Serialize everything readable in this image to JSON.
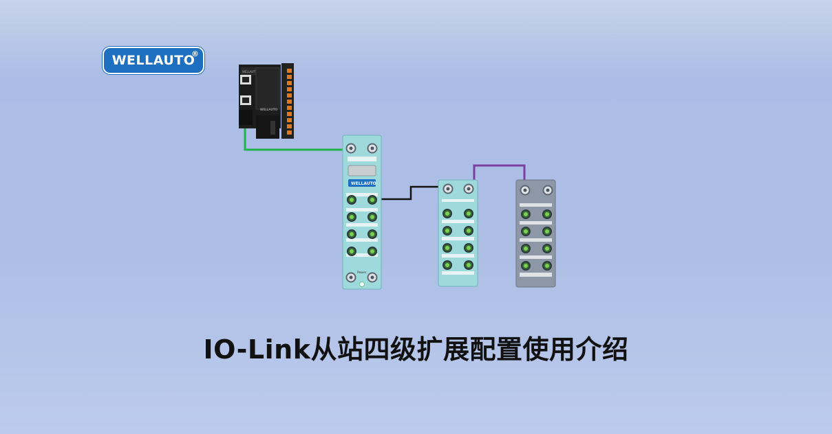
{
  "logo": {
    "brand": "WELLAUTO",
    "registered_mark": "®"
  },
  "title": "IO-Link从站四级扩展配置使用介绍",
  "devices": {
    "master": {
      "brand": "WELLAUTO"
    },
    "bus_module": {
      "brand": "WELLAUTO",
      "power_label": "Power"
    }
  },
  "colors": {
    "ethernet_cable": "#1fb34a",
    "iolink_cable": "#111111",
    "extension_cable": "#7a3fa0",
    "module_teal": "#9ed9dc",
    "module_gray": "#8e97a6",
    "logo_blue": "#1f6fc0"
  }
}
